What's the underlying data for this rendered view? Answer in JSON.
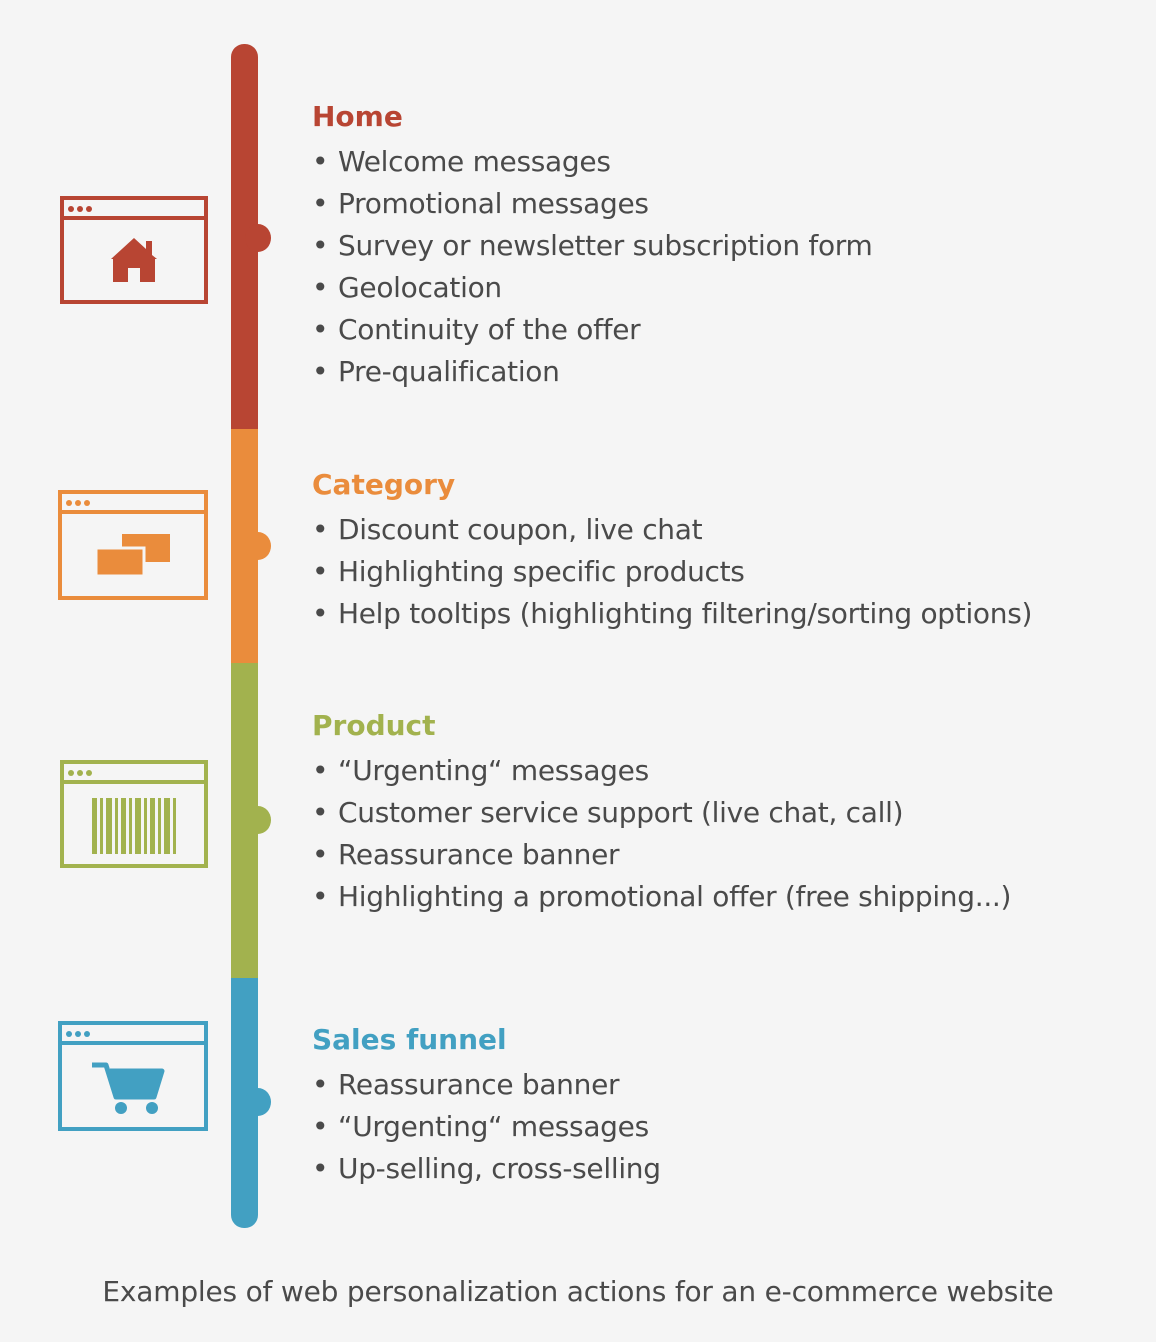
{
  "sections": [
    {
      "title": "Home",
      "color": "#b84533",
      "icon": "home-icon",
      "items": [
        "Welcome messages",
        "Promotional messages",
        "Survey or newsletter subscription form",
        "Geolocation",
        "Continuity of the offer",
        "Pre-qualification"
      ]
    },
    {
      "title": "Category",
      "color": "#ea8c3c",
      "icon": "category-cards-icon",
      "items": [
        "Discount coupon, live chat",
        "Highlighting specific products",
        "Help tooltips (highlighting filtering/sorting options)"
      ]
    },
    {
      "title": "Product",
      "color": "#a2b24e",
      "icon": "barcode-icon",
      "items": [
        "“Urgenting“ messages",
        "Customer service support (live chat, call)",
        "Reassurance banner",
        "Highlighting a promotional offer (free shipping...)"
      ]
    },
    {
      "title": "Sales funnel",
      "color": "#42a0c2",
      "icon": "shopping-cart-icon",
      "items": [
        "Reassurance banner",
        "“Urgenting“ messages",
        "Up-selling, cross-selling"
      ]
    }
  ],
  "caption": "Examples of web personalization actions for an e-commerce website"
}
